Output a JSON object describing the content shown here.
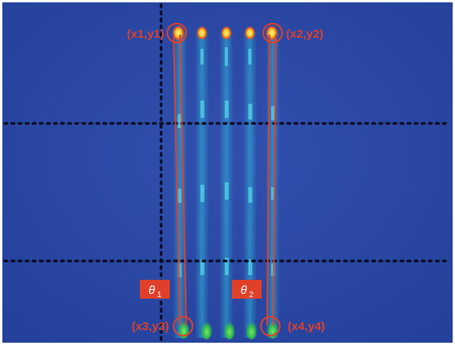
{
  "labels": {
    "top_left": "(x1,y1)",
    "top_right": "(x2,y2)",
    "bottom_left": "(x3,y3)",
    "bottom_right": "(x4,y4)"
  },
  "angles": {
    "theta1": {
      "symbol": "θ",
      "subscript": "1"
    },
    "theta2": {
      "symbol": "θ",
      "subscript": "2"
    }
  },
  "colors": {
    "background": "#2b4aa8",
    "annotation": "#e0402a",
    "grid_dots": "#0a0a1e",
    "stripe_glow": "#2fb7d8",
    "top_spot_core": "#f6e84a",
    "top_spot_ring": "#e35a2a",
    "bottom_spot": "#2ebf4a"
  }
}
